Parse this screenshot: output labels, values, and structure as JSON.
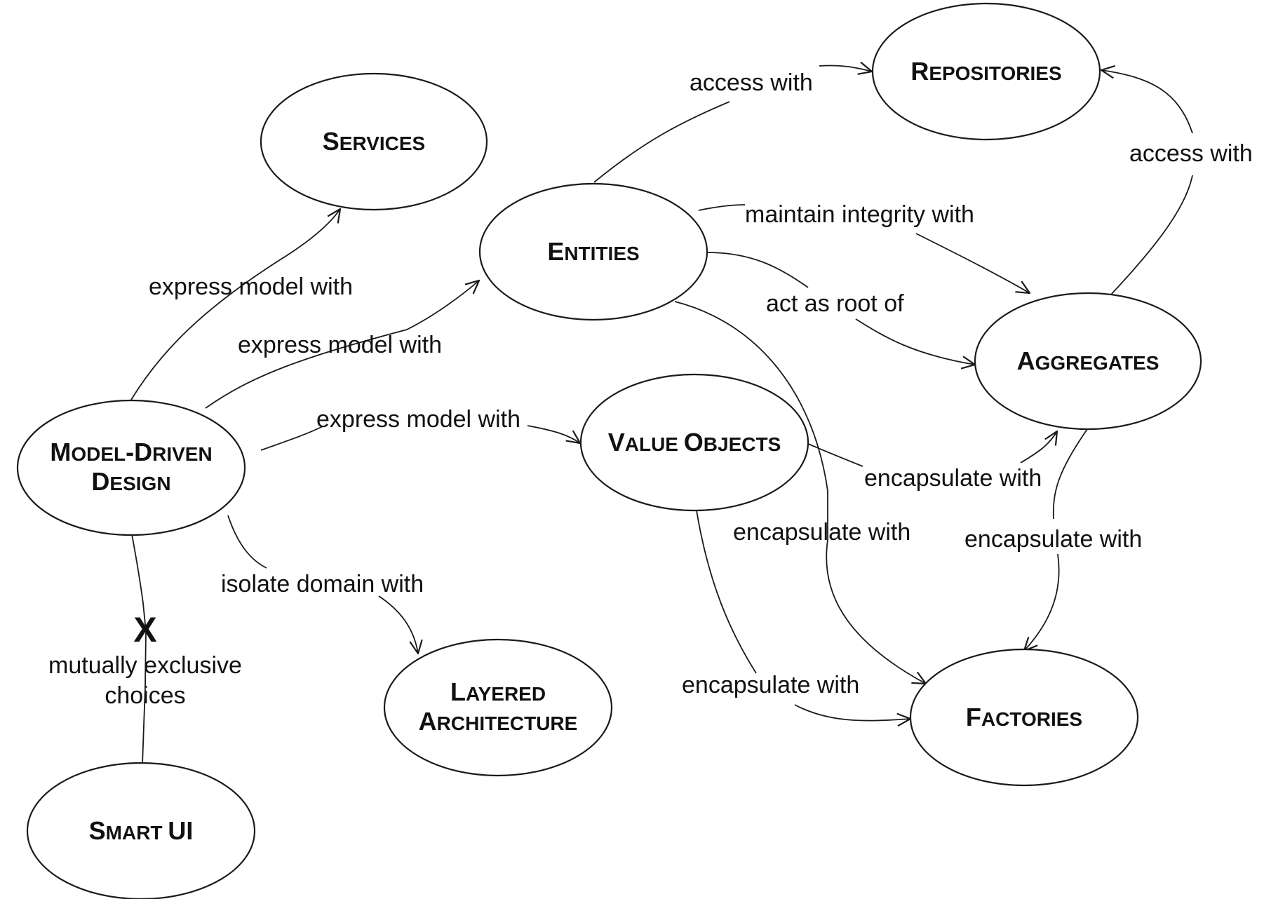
{
  "nodes": {
    "services": {
      "big1": "S",
      "small1": "ERVICES"
    },
    "repositories": {
      "big1": "R",
      "small1": "EPOSITORIES"
    },
    "entities": {
      "big1": "E",
      "small1": "NTITIES"
    },
    "aggregates": {
      "big1": "A",
      "small1": "GGREGATES"
    },
    "model_driven_design": {
      "big1": "M",
      "small1": "ODEL",
      "big2": "-D",
      "small2": "RIVEN",
      "big3": "D",
      "small3": "ESIGN"
    },
    "value_objects": {
      "big1": "V",
      "small1": "ALUE ",
      "big2": "O",
      "small2": "BJECTS"
    },
    "layered_architecture": {
      "big1": "L",
      "small1": "AYERED",
      "big2": "A",
      "small2": "RCHITECTURE"
    },
    "factories": {
      "big1": "F",
      "small1": "ACTORIES"
    },
    "smart_ui": {
      "big1": "S",
      "small1": "MART ",
      "big2": "UI"
    }
  },
  "edges": {
    "mdd_services": "express model with",
    "mdd_entities": "express model with",
    "mdd_value_objects": "express model with",
    "mdd_layered": "isolate domain with",
    "entities_repositories": "access with",
    "aggregates_repositories": "access with",
    "entities_aggregates_integrity": "maintain integrity with",
    "entities_aggregates_root": "act as root of",
    "value_objects_aggregates": "encapsulate with",
    "entities_factories": "encapsulate with",
    "aggregates_factories": "encapsulate with",
    "value_objects_factories": "encapsulate with"
  },
  "exclusion": {
    "mark": "X",
    "line1": "mutually exclusive",
    "line2": "choices"
  }
}
